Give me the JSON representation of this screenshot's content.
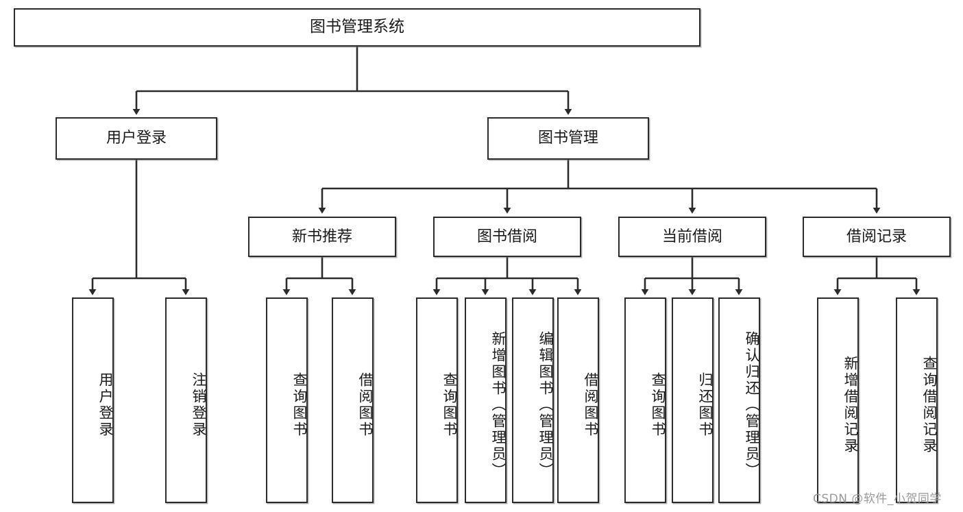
{
  "diagram": {
    "title": "图书管理系统",
    "type": "hierarchy-tree",
    "root": {
      "label": "图书管理系统"
    },
    "level2": [
      {
        "label": "用户登录"
      },
      {
        "label": "图书管理"
      }
    ],
    "level3": [
      {
        "label": "新书推荐"
      },
      {
        "label": "图书借阅"
      },
      {
        "label": "当前借阅"
      },
      {
        "label": "借阅记录"
      }
    ],
    "leaves": {
      "user_login": [
        {
          "label": "用户登录"
        },
        {
          "label": "注销登录"
        }
      ],
      "new_book_recommend": [
        {
          "label": "查询图书"
        },
        {
          "label": "借阅图书"
        }
      ],
      "book_borrow": [
        {
          "label": "查询图书"
        },
        {
          "label": "新增图书（管理员）"
        },
        {
          "label": "编辑图书（管理员）"
        },
        {
          "label": "借阅图书"
        }
      ],
      "current_borrow": [
        {
          "label": "查询图书"
        },
        {
          "label": "归还图书"
        },
        {
          "label": "确认归还（管理员）"
        }
      ],
      "borrow_record": [
        {
          "label": "新增借阅记录"
        },
        {
          "label": "查询借阅记录"
        }
      ]
    }
  },
  "watermark": {
    "text": "CSDN @软件_小贺同学"
  },
  "colors": {
    "stroke": "#2b2b2b",
    "background": "#ffffff",
    "text": "#1a1a1a",
    "watermark": "#9a9a9a"
  }
}
